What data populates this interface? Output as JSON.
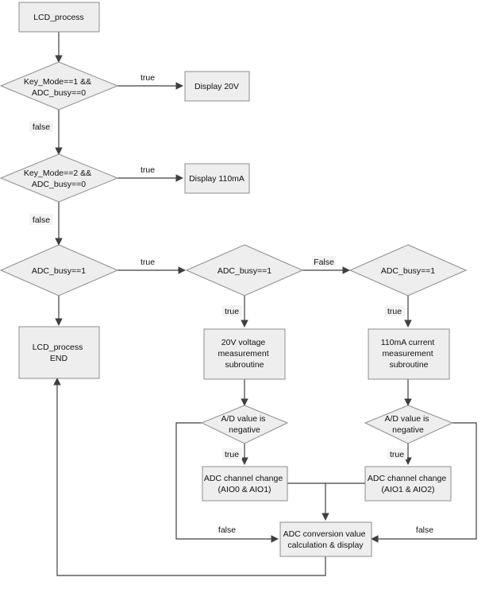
{
  "nodes": {
    "lcd_process": {
      "lines": [
        "LCD_process"
      ]
    },
    "dec_mode1": {
      "lines": [
        "Key_Mode==1 &&",
        "ADC_busy==0"
      ]
    },
    "display_20v": {
      "lines": [
        "Display 20V"
      ]
    },
    "dec_mode2": {
      "lines": [
        "Key_Mode==2 &&",
        "ADC_busy==0"
      ]
    },
    "display_110ma": {
      "lines": [
        "Display 110mA"
      ]
    },
    "dec_busy_main": {
      "lines": [
        "ADC_busy==1"
      ]
    },
    "dec_busy_2": {
      "lines": [
        "ADC_busy==1"
      ]
    },
    "dec_busy_3": {
      "lines": [
        "ADC_busy==1"
      ]
    },
    "lcd_end": {
      "lines": [
        "LCD_process",
        "END"
      ]
    },
    "sub_20v": {
      "lines": [
        "20V voltage",
        "measurement",
        "subroutine"
      ]
    },
    "sub_110ma": {
      "lines": [
        "110mA current",
        "measurement",
        "subroutine"
      ]
    },
    "neg_left": {
      "lines": [
        "A/D value is",
        "negative"
      ]
    },
    "neg_right": {
      "lines": [
        "A/D value is",
        "negative"
      ]
    },
    "chan_left": {
      "lines": [
        "ADC channel change",
        "(AIO0 & AIO1)"
      ]
    },
    "chan_right": {
      "lines": [
        "ADC channel change",
        "(AIO1 & AIO2)"
      ]
    },
    "calc": {
      "lines": [
        "ADC conversion value",
        "calculation & display"
      ]
    }
  },
  "edge_labels": {
    "mode1_true": "true",
    "mode1_false": "false",
    "mode2_true": "true",
    "mode2_false": "false",
    "busy_main_true": "true",
    "busy2_false": "False",
    "busy2_true": "true",
    "busy3_true": "true",
    "neg_left_true": "true",
    "neg_right_true": "true",
    "neg_left_false": "false",
    "neg_right_false": "false"
  }
}
